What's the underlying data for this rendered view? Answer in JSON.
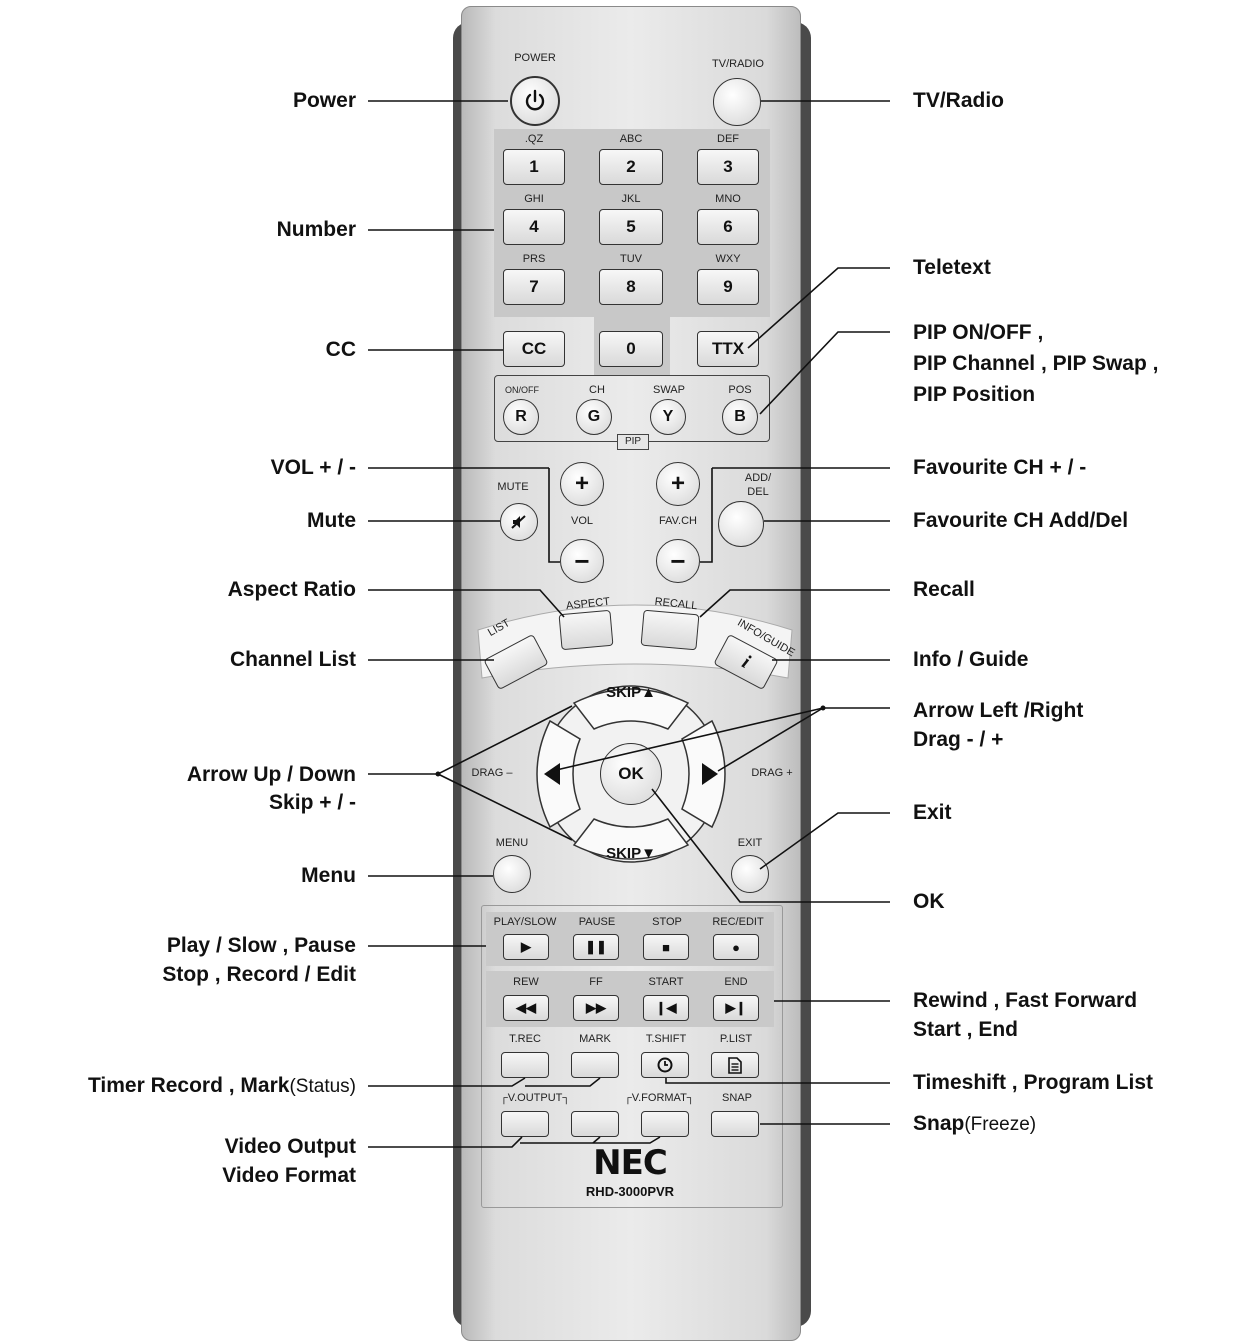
{
  "remote": {
    "power_label": "POWER",
    "tvradio_label": "TV/RADIO",
    "numbers": [
      {
        "letters": ".QZ",
        "digit": "1"
      },
      {
        "letters": "ABC",
        "digit": "2"
      },
      {
        "letters": "DEF",
        "digit": "3"
      },
      {
        "letters": "GHI",
        "digit": "4"
      },
      {
        "letters": "JKL",
        "digit": "5"
      },
      {
        "letters": "MNO",
        "digit": "6"
      },
      {
        "letters": "PRS",
        "digit": "7"
      },
      {
        "letters": "TUV",
        "digit": "8"
      },
      {
        "letters": "WXY",
        "digit": "9"
      }
    ],
    "cc": "CC",
    "zero": "0",
    "ttx": "TTX",
    "pip": {
      "onoff": "ON/OFF",
      "ch": "CH",
      "swap": "SWAP",
      "pos": "POS",
      "r": "R",
      "g": "G",
      "y": "Y",
      "b": "B",
      "tag": "PIP"
    },
    "mute_label": "MUTE",
    "vol_label": "VOL",
    "favch_label": "FAV.CH",
    "adddel_label": "ADD/ DEL",
    "plus": "+",
    "minus": "−",
    "aspect_label": "ASPECT",
    "recall_label": "RECALL",
    "list_label": "LIST",
    "infoguide_label": "INFO/GUIDE",
    "info_glyph": "i",
    "skip_up": "SKIP▲",
    "skip_down": "SKIP▼",
    "drag_minus": "DRAG –",
    "drag_plus": "DRAG +",
    "ok": "OK",
    "menu_label": "MENU",
    "exit_label": "EXIT",
    "transport1": [
      "PLAY/SLOW",
      "PAUSE",
      "STOP",
      "REC/EDIT"
    ],
    "transport1_icons": [
      "▶",
      "❚❚",
      "■",
      "●"
    ],
    "transport2": [
      "REW",
      "FF",
      "START",
      "END"
    ],
    "transport2_icons": [
      "◀◀",
      "▶▶",
      "❙◀",
      "▶❙"
    ],
    "row3": [
      "T.REC",
      "MARK",
      "T.SHIFT",
      "P.LIST"
    ],
    "row4": [
      "┌V.OUTPUT┐",
      "┌V.FORMAT┐",
      "SNAP"
    ],
    "brand": "NEC",
    "model": "RHD-3000PVR"
  },
  "callouts_left": {
    "power": "Power",
    "number": "Number",
    "cc": "CC",
    "vol": "VOL + / -",
    "mute": "Mute",
    "aspect": "Aspect Ratio",
    "channel_list": "Channel List",
    "arrow_ud_1": "Arrow Up / Down",
    "arrow_ud_2": "Skip + / -",
    "menu": "Menu",
    "play_1": "Play / Slow , Pause",
    "play_2": "Stop , Record / Edit",
    "timer_bold": "Timer Record , Mark",
    "timer_thin": "(Status)",
    "video_1": "Video Output",
    "video_2": "Video Format"
  },
  "callouts_right": {
    "tvradio": "TV/Radio",
    "teletext": "Teletext",
    "pip_1": "PIP ON/OFF ,",
    "pip_2": "PIP Channel , PIP Swap ,",
    "pip_3": "PIP Position",
    "fav": "Favourite CH + / -",
    "fav_add": "Favourite CH Add/Del",
    "recall": "Recall",
    "info": "Info / Guide",
    "arrow_lr_1": "Arrow Left /Right",
    "arrow_lr_2": "Drag - / +",
    "exit": "Exit",
    "ok": "OK",
    "rewind_1": "Rewind , Fast Forward",
    "rewind_2": "Start , End",
    "timeshift": "Timeshift , Program List",
    "snap_bold": "Snap",
    "snap_thin": "(Freeze)"
  }
}
